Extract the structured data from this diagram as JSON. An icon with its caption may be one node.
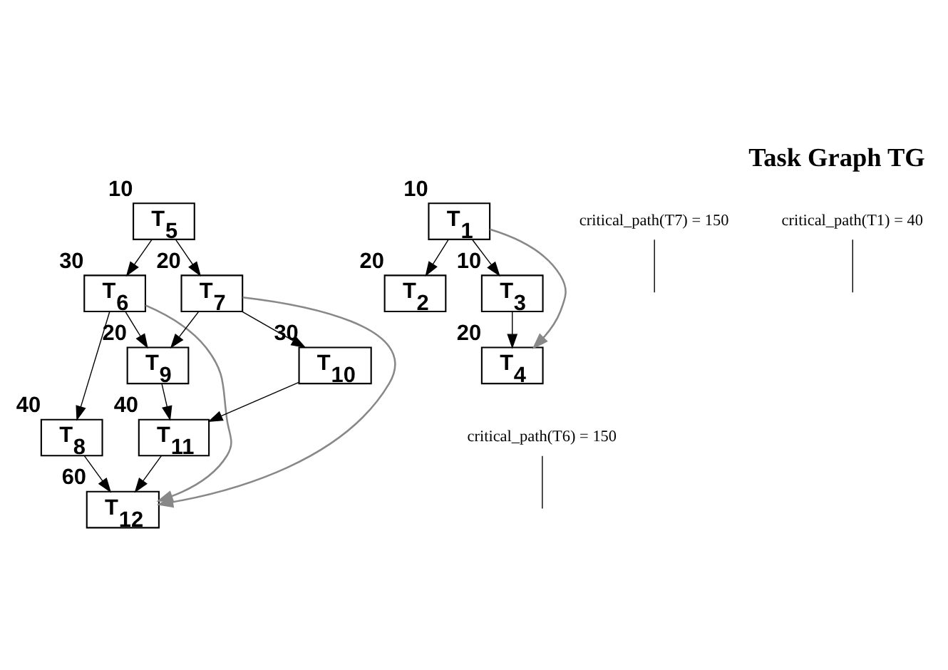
{
  "diagram": {
    "title": "Task Graph TG",
    "nodes": [
      {
        "text": [
          "T$_{5}$"
        ],
        "beside": [
          "10"
        ]
      },
      {
        "text": [
          "T$_{6}$"
        ],
        "beside": [
          "30"
        ]
      },
      {
        "text": [
          "T$_{7}$"
        ],
        "beside": [
          "20"
        ]
      },
      {
        "text": [
          "T$_{8}$"
        ],
        "beside": [
          "40"
        ]
      },
      {
        "text": [
          "T$_{9}$"
        ],
        "beside": [
          "20"
        ]
      },
      {
        "text": [
          "T$_{10}$"
        ],
        "beside": [
          "30"
        ]
      },
      {
        "text": [
          "T$_{11}$"
        ],
        "beside": [
          "40"
        ]
      },
      {
        "text": [
          "T$_{12}$"
        ],
        "beside": [
          "60"
        ]
      },
      {
        "text": [
          "T$_{1}$"
        ],
        "beside": [
          "10"
        ]
      },
      {
        "text": [
          "T$_{2}$"
        ],
        "beside": [
          "20"
        ]
      },
      {
        "text": [
          "T$_{3}$"
        ],
        "beside": [
          "10"
        ]
      },
      {
        "text": [
          "T$_{4}$"
        ],
        "beside": [
          "20"
        ]
      },
      {
        "text": [
          "critical_path(T7) = 150"
        ]
      },
      {
        "text": [
          "critical_path(T1) = 40"
        ]
      },
      {
        "text": [
          "critical_path(T6) = 150"
        ]
      }
    ],
    "edges": [
      {
        "from": 0,
        "to": 1,
        "arrow": "to"
      },
      {
        "from": 0,
        "to": 2,
        "arrow": "to"
      },
      {
        "from": 1,
        "to": 3,
        "arrow": "to"
      },
      {
        "from": 1,
        "to": 4,
        "arrow": "to"
      },
      {
        "from": 2,
        "to": 4,
        "arrow": "to"
      },
      {
        "from": 2,
        "to": 5,
        "arrow": "to"
      },
      {
        "from": 3,
        "to": 7,
        "arrow": "to"
      },
      {
        "from": 4,
        "to": 6,
        "arrow": "to"
      },
      {
        "from": 5,
        "to": 6,
        "arrow": "to"
      },
      {
        "from": 6,
        "to": 7,
        "arrow": "to"
      },
      {
        "from": 8,
        "to": 9,
        "arrow": "to"
      },
      {
        "from": 8,
        "to": 10,
        "arrow": "to"
      },
      {
        "from": 10,
        "to": 11,
        "arrow": "to"
      },
      {
        "from": 1,
        "to": 7,
        "arrow": "to",
        "color": "#888888"
      },
      {
        "from": 2,
        "to": 7,
        "arrow": "to",
        "color": "#888888"
      },
      {
        "from": 8,
        "to": 11,
        "arrow": "to",
        "color": "#888888"
      },
      {
        "from": 12,
        "to": null,
        "arrow": "none"
      },
      {
        "from": 13,
        "to": null,
        "arrow": "none"
      },
      {
        "from": 14,
        "to": null,
        "arrow": "none"
      }
    ]
  }
}
